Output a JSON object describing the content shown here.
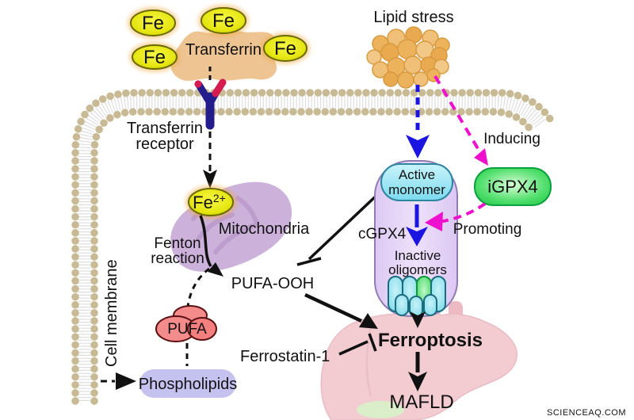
{
  "labels": {
    "lipid_stress": "Lipid stress",
    "transferrin": "Transferrin",
    "fe": "Fe",
    "fe2_base": "Fe",
    "fe2_sup": "2+",
    "receptor_line1": "Transferrin",
    "receptor_line2": "receptor",
    "cell_membrane": "Cell membrane",
    "mitochondria": "Mitochondria",
    "fenton_line1": "Fenton",
    "fenton_line2": "reaction",
    "pufa_ooh": "PUFA-OOH",
    "pufa": "PUFA",
    "phospholipids": "Phospholipids",
    "cgpx4": "cGPX4",
    "active_monomer_line1": "Active",
    "active_monomer_line2": "monomer",
    "inactive_oligomers_line1": "Inactive",
    "inactive_oligomers_line2": "oligomers",
    "igpx4": "iGPX4",
    "inducing": "Inducing",
    "promoting": "Promoting",
    "ferroptosis": "Ferroptosis",
    "ferrostatin": "Ferrostatin-1",
    "mafld": "MAFLD"
  },
  "watermark": "SCIENCEAQ.COM",
  "colors": {
    "arrow_blue": "#1a15e0",
    "signal_magenta": "#ee10cc",
    "ferroptosis_text": "#c0008e",
    "igpx4_green": "#2bd04e",
    "membrane_tan": "#c8ba94",
    "fe_yellow": "#e6e612",
    "transferrin_tan": "#eec492",
    "mitochondria_purple": "#c9aed8",
    "capsule_purple": "#e3d2f6",
    "monomer_cyan": "#8fe2f0",
    "pufa_red": "#f58c8c",
    "phospholipid_lavender": "#c6c2f0",
    "liver_pink": "#f3ccd2",
    "watermark_pink": "#f2a6b4",
    "text_black": "#111111"
  }
}
